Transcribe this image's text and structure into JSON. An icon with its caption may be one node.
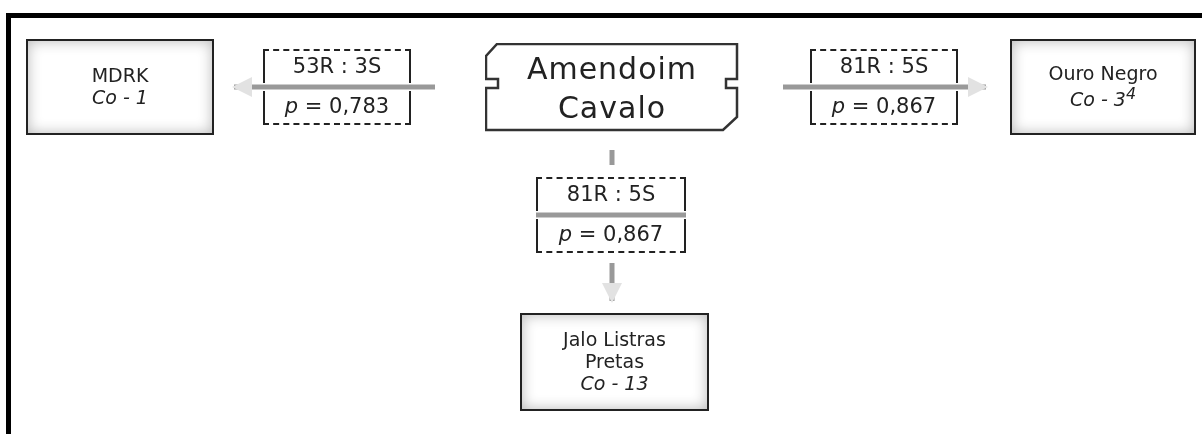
{
  "diagram": {
    "nodes": [
      {
        "text": [
          "MDRK",
          "Co - 1"
        ]
      },
      {
        "text": [
          "Amendoim Cavalo"
        ]
      },
      {
        "text": [
          "Ouro Negro",
          "Co - 3$^{4}$"
        ]
      },
      {
        "text": [
          "Jalo Listras Pretas",
          "Co - 13"
        ]
      }
    ],
    "edges": [
      {
        "from": 1,
        "to": 0,
        "arrow": "to",
        "label": "53R : 3S"
      },
      {
        "from": 1,
        "to": 2,
        "arrow": "to",
        "label": "81R : 5S"
      },
      {
        "from": 1,
        "to": 3,
        "arrow": "to",
        "label": "81R : 5S"
      }
    ],
    "labels": [
      "*p* = 0,783",
      "*p* = 0,867",
      "*p* = 0,867"
    ]
  }
}
